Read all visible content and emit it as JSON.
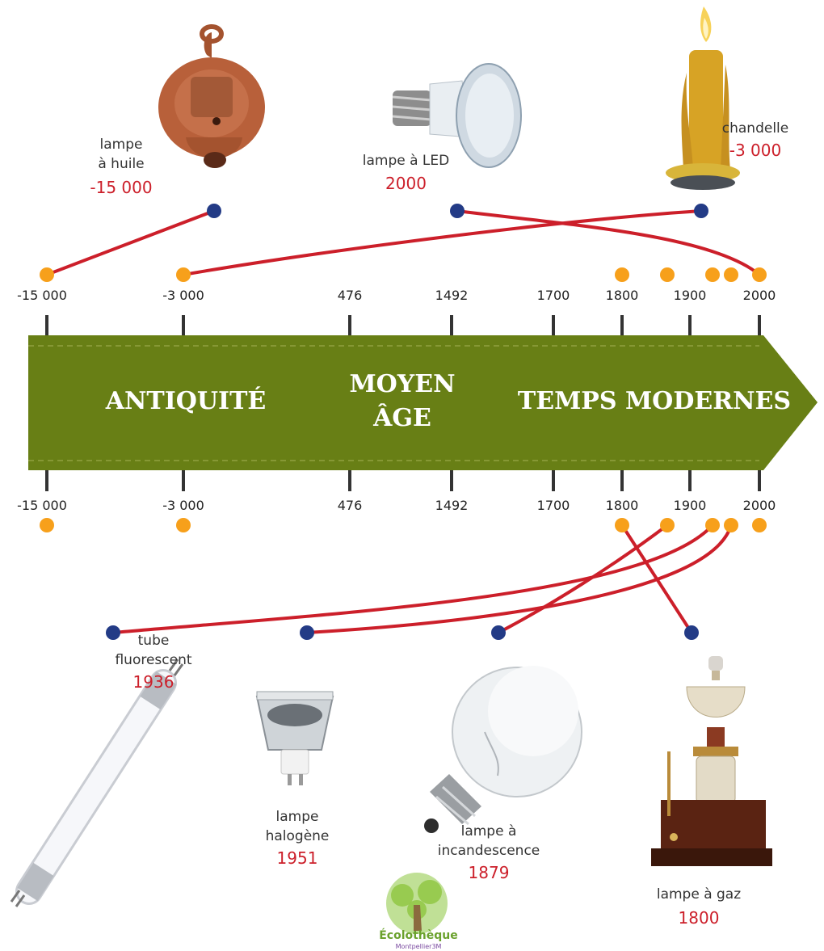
{
  "timeline": {
    "eras": [
      {
        "label": "ANTIQUITÉ"
      },
      {
        "label_line1": "MOYEN",
        "label_line2": "ÂGE"
      },
      {
        "label": "TEMPS MODERNES"
      }
    ],
    "ticks": [
      "-15 000",
      "-3 000",
      "476",
      "1492",
      "1700",
      "1800",
      "1900",
      "2000"
    ],
    "arrow_color": "#687f15",
    "marker_color": "#f7a01b",
    "pin_color": "#233b86",
    "line_color": "#cc1f2a"
  },
  "items": {
    "oil_lamp": {
      "label_line1": "lampe",
      "label_line2": "à huile",
      "year": "-15 000"
    },
    "led_lamp": {
      "label": "lampe à LED",
      "year": "2000"
    },
    "candle": {
      "label": "chandelle",
      "year": "-3 000"
    },
    "fluorescent": {
      "label_line1": "tube",
      "label_line2": "fluorescent",
      "year": "1936"
    },
    "halogen": {
      "label_line1": "lampe",
      "label_line2": "halogène",
      "year": "1951"
    },
    "incandescent": {
      "label_line1": "lampe à",
      "label_line2": "incandescence",
      "year": "1879"
    },
    "gas_lamp": {
      "label": "lampe à gaz",
      "year": "1800"
    }
  },
  "logo": {
    "name": "Écolothèque",
    "sub": "Montpellier3M"
  }
}
